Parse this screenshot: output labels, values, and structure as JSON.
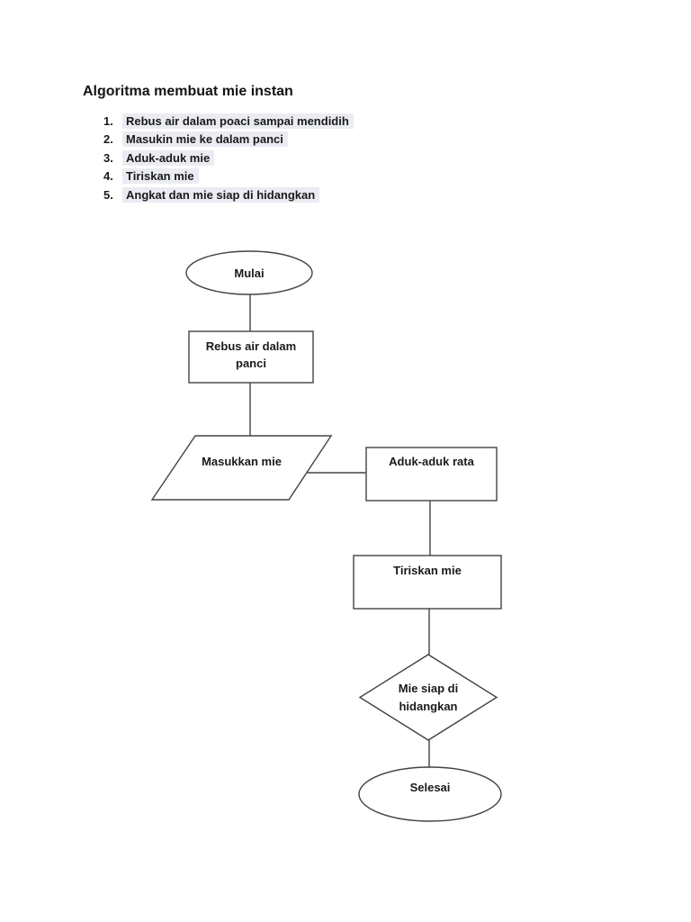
{
  "document": {
    "title": "Algoritma membuat mie instan",
    "highlight_color": "#eaecf2",
    "steps": [
      {
        "number": "1.",
        "text": "Rebus air dalam poaci sampai mendidih"
      },
      {
        "number": "2.",
        "text": "Masukin mie ke dalam panci"
      },
      {
        "number": "3.",
        "text": "Aduk-aduk mie"
      },
      {
        "number": "4.",
        "text": "Tiriskan mie"
      },
      {
        "number": "5.",
        "text": "Angkat dan mie siap di hidangkan"
      }
    ]
  },
  "flowchart": {
    "stroke_color": "#434343",
    "fill_color": "#ffffff",
    "nodes": {
      "start": {
        "shape": "ellipse",
        "label": "Mulai"
      },
      "boil": {
        "shape": "process",
        "label": "Rebus air dalam panci"
      },
      "input": {
        "shape": "input-output",
        "label": "Masukkan mie"
      },
      "stir": {
        "shape": "process",
        "label": "Aduk-aduk rata"
      },
      "drain": {
        "shape": "process",
        "label": "Tiriskan mie"
      },
      "decision": {
        "shape": "decision",
        "label": "Mie siap di hidangkan"
      },
      "end": {
        "shape": "ellipse",
        "label": "Selesai"
      }
    }
  }
}
